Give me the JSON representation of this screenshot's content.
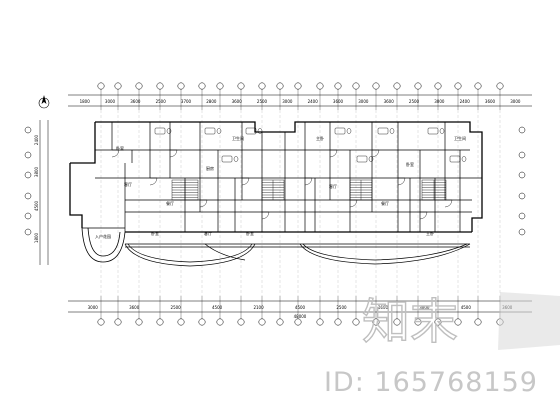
{
  "drawing": {
    "dims_top": [
      "1800",
      "3000",
      "3600",
      "2500",
      "3700",
      "2800",
      "3600",
      "2500",
      "3000",
      "2400",
      "3600",
      "3000",
      "3600",
      "2500",
      "3000",
      "2400",
      "3600",
      "3000"
    ],
    "dims_bottom": [
      "3000",
      "3600",
      "2500",
      "4500",
      "2100",
      "4500",
      "2500",
      "3600",
      "3000",
      "4500",
      "3600"
    ],
    "total_bottom": "48000",
    "left_dims": [
      "2400",
      "3800",
      "4500",
      "1800"
    ],
    "room_labels": [
      "卧室",
      "客厅",
      "餐厅",
      "厨房",
      "卫生间",
      "卧室",
      "客厅",
      "卧室"
    ],
    "room_labels_east": [
      "主卧",
      "客厅",
      "餐厅",
      "卧室",
      "卫生间",
      "主卧"
    ],
    "entrance_label": "入户花园"
  },
  "watermark": {
    "brand": "知末",
    "id": "ID: 165768159"
  },
  "colors": {
    "line": "#000000",
    "watermark": "#c7c7c7"
  }
}
